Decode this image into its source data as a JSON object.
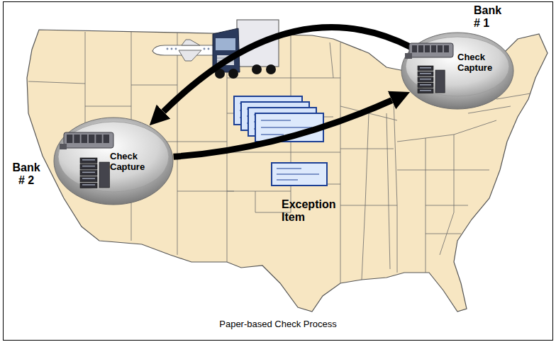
{
  "diagram": {
    "caption": "Paper-based Check Process",
    "nodes": [
      {
        "text": [
          "Bank # 1",
          "Check Capture"
        ]
      },
      {
        "text": [
          "Bank # 2",
          "Check Capture"
        ]
      }
    ],
    "edges": [
      {
        "from": 0,
        "to": 1,
        "arrow": "to"
      },
      {
        "from": 1,
        "to": 0,
        "arrow": "to"
      }
    ],
    "labels": [
      "Exception Item"
    ]
  }
}
